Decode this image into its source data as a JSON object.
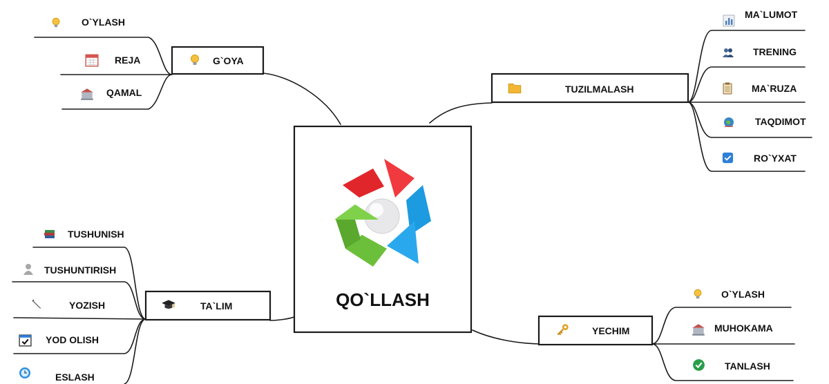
{
  "center": {
    "label": "QO`LLASH",
    "logo_colors": {
      "red": "#e0262b",
      "blue": "#1c9be0",
      "green": "#6cbf3a",
      "sphere": "#e8e8ea"
    }
  },
  "branches": {
    "goya": {
      "label": "G`OYA",
      "icon": "lightbulb-icon",
      "children": [
        {
          "label": "O`YLASH",
          "icon": "lightbulb-icon"
        },
        {
          "label": "REJA",
          "icon": "calendar-icon"
        },
        {
          "label": "QAMAL",
          "icon": "building-icon"
        }
      ]
    },
    "tuzilmalash": {
      "label": "TUZILMALASH",
      "icon": "folder-icon",
      "children": [
        {
          "label": "MA`LUMOT",
          "icon": "bar-chart-icon"
        },
        {
          "label": "TRENING",
          "icon": "people-icon"
        },
        {
          "label": "MA`RUZA",
          "icon": "clipboard-icon"
        },
        {
          "label": "TAQDIMOT",
          "icon": "globe-icon"
        },
        {
          "label": "RO`YXAT",
          "icon": "checkbox-icon"
        }
      ]
    },
    "talim": {
      "label": "TA`LIM",
      "icon": "graduation-cap-icon",
      "children": [
        {
          "label": "TUSHUNISH",
          "icon": "books-icon"
        },
        {
          "label": "TUSHUNTIRISH",
          "icon": "person-icon"
        },
        {
          "label": "YOZISH",
          "icon": "pencil-icon"
        },
        {
          "label": "YOD OLISH",
          "icon": "calendar-check-icon"
        },
        {
          "label": "ESLASH",
          "icon": "clock-icon"
        }
      ]
    },
    "yechim": {
      "label": "YECHIM",
      "icon": "key-icon",
      "children": [
        {
          "label": "O`YLASH",
          "icon": "lightbulb-icon"
        },
        {
          "label": "MUHOKAMA",
          "icon": "building-icon"
        },
        {
          "label": "TANLASH",
          "icon": "check-circle-icon"
        }
      ]
    }
  }
}
